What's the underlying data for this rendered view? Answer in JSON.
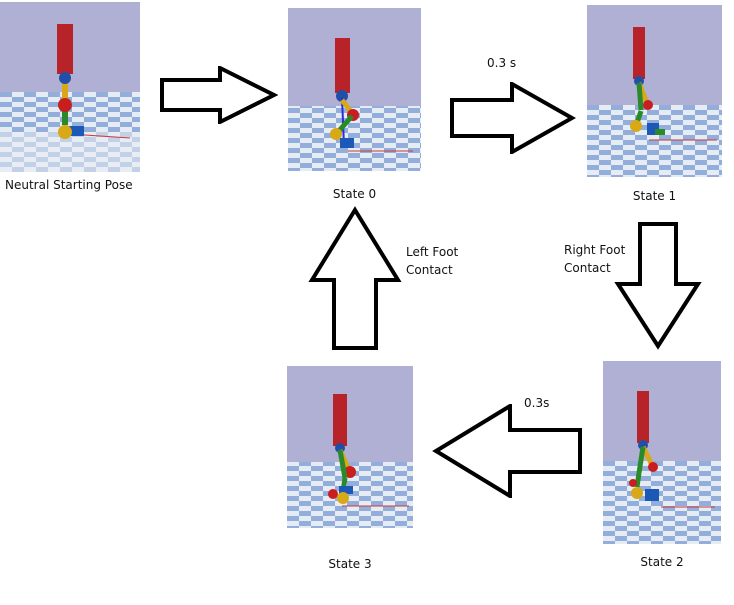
{
  "panels": {
    "neutral": {
      "caption": "Neutral Starting Pose"
    },
    "state0": {
      "caption": "State 0"
    },
    "state1": {
      "caption": "State 1"
    },
    "state2": {
      "caption": "State 2"
    },
    "state3": {
      "caption": "State 3"
    }
  },
  "transitions": {
    "s0_to_s1": "0.3 s",
    "s1_to_s2_line1": "Right Foot",
    "s1_to_s2_line2": "Contact",
    "s2_to_s3": "0.3s",
    "s3_to_s0_line1": "Left Foot",
    "s3_to_s0_line2": "Contact"
  },
  "colors": {
    "sky": "#b0b0d4",
    "torso": "#b8232a",
    "joint_blue": "#1f4fa8",
    "joint_red": "#c81e1e",
    "joint_yellow": "#d8a817",
    "leg_green": "#2a8a2a",
    "foot_blue": "#1c58b6"
  }
}
